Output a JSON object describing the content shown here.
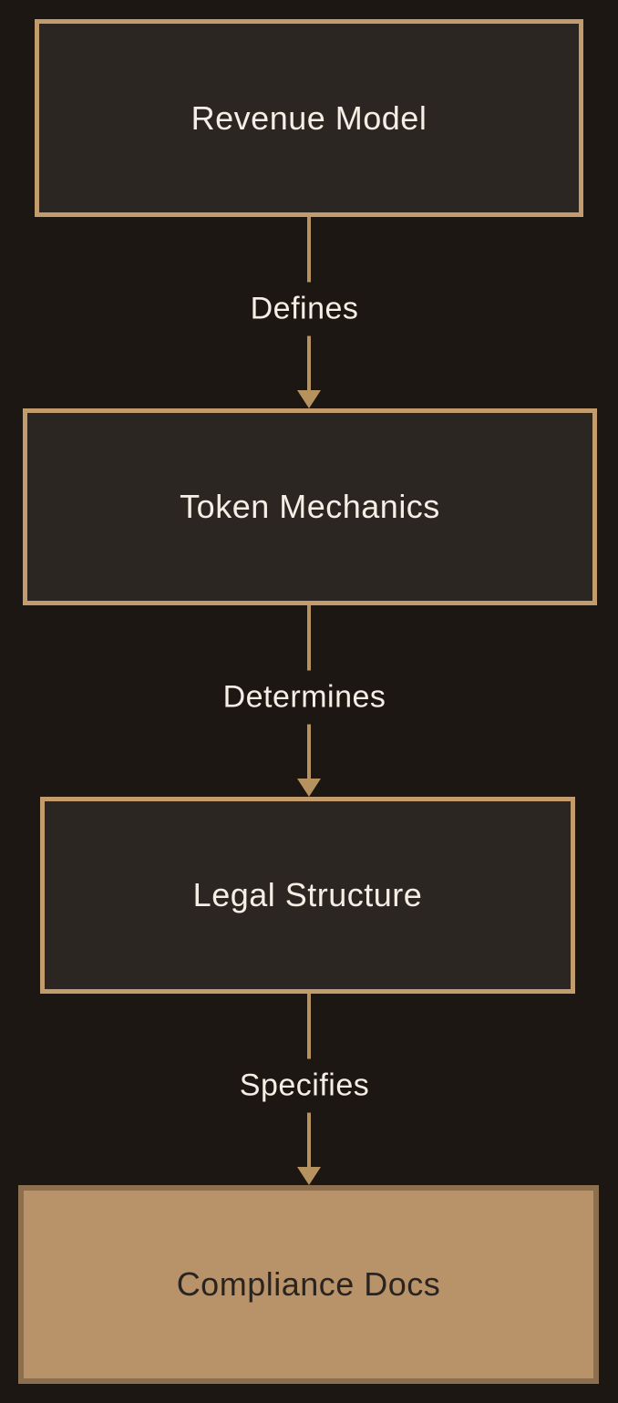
{
  "diagram": {
    "type": "flowchart",
    "direction": "top-down",
    "nodes": [
      {
        "id": "revenue-model",
        "label": "Revenue Model",
        "style": "dark-outlined"
      },
      {
        "id": "token-mechanics",
        "label": "Token Mechanics",
        "style": "dark-outlined"
      },
      {
        "id": "legal-structure",
        "label": "Legal Structure",
        "style": "dark-outlined"
      },
      {
        "id": "compliance-docs",
        "label": "Compliance Docs",
        "style": "tan-filled"
      }
    ],
    "edges": [
      {
        "from": "revenue-model",
        "to": "token-mechanics",
        "label": "Defines"
      },
      {
        "from": "token-mechanics",
        "to": "legal-structure",
        "label": "Determines"
      },
      {
        "from": "legal-structure",
        "to": "compliance-docs",
        "label": "Specifies"
      }
    ],
    "colors": {
      "background": "#1c1712",
      "node_fill": "#2c2622",
      "node_border": "#c39c6e",
      "connector": "#b6925f",
      "text_light": "#f4eee5",
      "final_node_fill": "#b8936a",
      "final_node_border": "#8b6f4e",
      "text_dark": "#2b241e"
    }
  }
}
